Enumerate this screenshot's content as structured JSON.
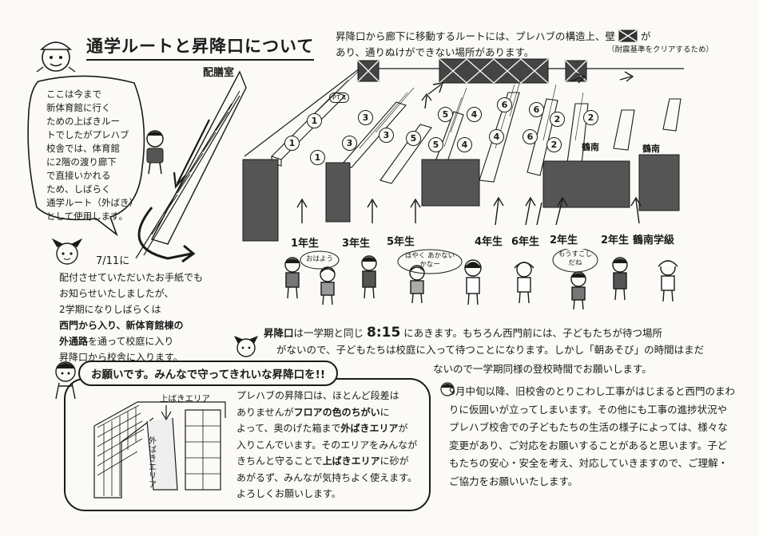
{
  "title": "通学ルートと昇降口について",
  "haizenshitsu": "配膳室",
  "top_note": {
    "line1": "昇降口から廊下に移動するルートには、プレハブの構造上、壁",
    "line1_end": "が",
    "line2": "あり、通りぬけができない場所があります。",
    "aside": "（耐震基準をクリアするため）"
  },
  "bubble": "ここは今まで\n新体育館に行く\nための上ばきルー\nトでしたがプレハブ\n校舎では、体育館\nに2階の渡り廊下\nで直接いかれる\nため、しばらく\n通学ルート（外ばき）\nとして使用します。",
  "notice": {
    "date": "7/11に",
    "l1": "配付させていただいたお手紙でも",
    "l2": "お知らせいたしましたが、",
    "l3": "2学期になりしばらくは",
    "l4a": "西門から入り、",
    "l4b": "新体育館棟の",
    "l5a": "外通路",
    "l5b": "を通って校庭に入り",
    "l6": "昇降口から校舎に入ります。"
  },
  "pt_label": "PT.A",
  "grades": {
    "g1": "1年生",
    "g3": "3年生",
    "g5": "5年生",
    "g4": "4年生",
    "g6": "6年生",
    "g2": "2年生",
    "g2b": "2年生",
    "kanan": "鶴南学級",
    "kanan_box1": "鶴南",
    "kanan_box2": "鶴南"
  },
  "shelf_numbers": [
    "1",
    "1",
    "1",
    "3",
    "3",
    "3",
    "5",
    "5",
    "5",
    "4",
    "4",
    "4",
    "6",
    "6",
    "6",
    "2",
    "2",
    "2"
  ],
  "kids": {
    "s1": "おはよう",
    "s2": "はやく あかない\nかなー",
    "s3": "もうすこし\nだね"
  },
  "main_para": {
    "p1a": "昇降口",
    "p1b": "は一学期と同じ",
    "time": "8:15",
    "p1c": "にあきます。もちろん西門前には、子どもたちが待つ場所",
    "p2": "がないので、子どもたちは校庭に入って待つことになります。しかし「朝あそび」の時間はまだ",
    "p3": "ないので一学期同様の登校時間でお願いします。"
  },
  "box": {
    "title": "お願いです。みんなで守ってきれいな昇降口を!!",
    "uwabaki_area": "上ばきエリア",
    "sotobaki_area": "外ばきエリア",
    "t1": "プレハブの昇降口は、ほとんど段差は",
    "t2a": "ありませんが",
    "t2b": "フロアの色のちがい",
    "t2c": "に",
    "t3a": "よって、奥のげた箱まで",
    "t3b": "外ばきエリア",
    "t3c": "が",
    "t4": "入りこんでいます。そのエリアをみんなが",
    "t5a": "きちんと守ることで",
    "t5b": "上ばきエリア",
    "t5c": "に砂が",
    "t6": "あがるず、みんなが気持ちよく使えます。",
    "t7": "よろしくお願いします。"
  },
  "right_para": "9月中旬以降、旧校舎のとりこわし工事がはじまると西門のまわりに仮囲いが立ってしまいます。その他にも工事の進捗状況やプレハブ校舎での子どもたちの生活の様子によっては、様々な変更があり、ご対応をお願いすることがあると思います。子どもたちの安心・安全を考え、対応していきますので、ご理解・ご協力をお願いいたします。"
}
